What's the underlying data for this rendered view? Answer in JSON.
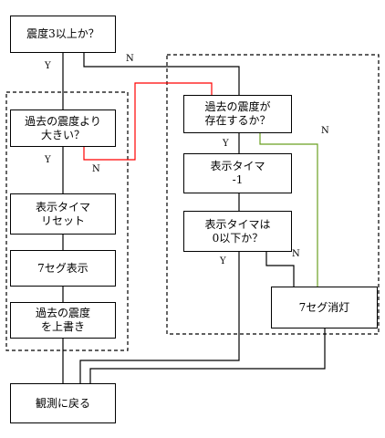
{
  "boxes": {
    "quake_3_or_more": "震度3以上か？",
    "larger_than_past": "過去の震度より\n大きい？",
    "timer_reset": "表示タイマ\nリセット",
    "seg7_display_left": "7セグ表示",
    "overwrite_past": "過去の震度\nを上書き",
    "return_to_observe": "観測に戻る",
    "past_exists": "過去の震度が\n存在するか？",
    "timer_decrement": "表示タイマ\n-1",
    "timer_zero_or_less": "表示タイマは\n0以下か？",
    "seg7_off": "7セグ消灯"
  },
  "branch_labels": {
    "y_from_q1": "Y",
    "n_from_q1": "N",
    "y_from_q2": "Y",
    "n_from_q2": "N",
    "y_from_exists": "Y",
    "n_from_exists": "N",
    "y_from_timer": "Y",
    "n_from_timer": "N"
  },
  "colors": {
    "line": "#000000",
    "red_path": "#ff0000",
    "green_path": "#6aa121",
    "box_border": "#000000"
  }
}
